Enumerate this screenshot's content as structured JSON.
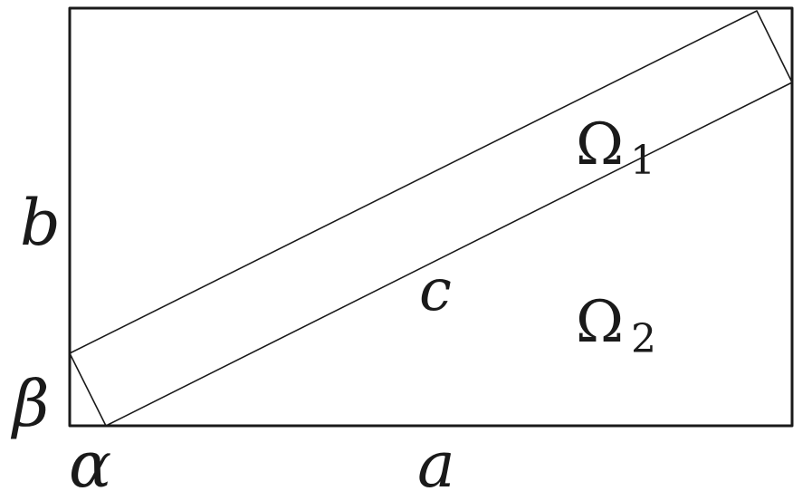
{
  "labels": {
    "b": "b",
    "a": "a",
    "alpha": "α",
    "beta": "β",
    "c": "c",
    "omega1_base": "Ω",
    "omega1_sub": "1",
    "omega2_base": "Ω",
    "omega2_sub": "2"
  },
  "colors": {
    "stroke": "#1a1a1a",
    "background": "#ffffff"
  }
}
